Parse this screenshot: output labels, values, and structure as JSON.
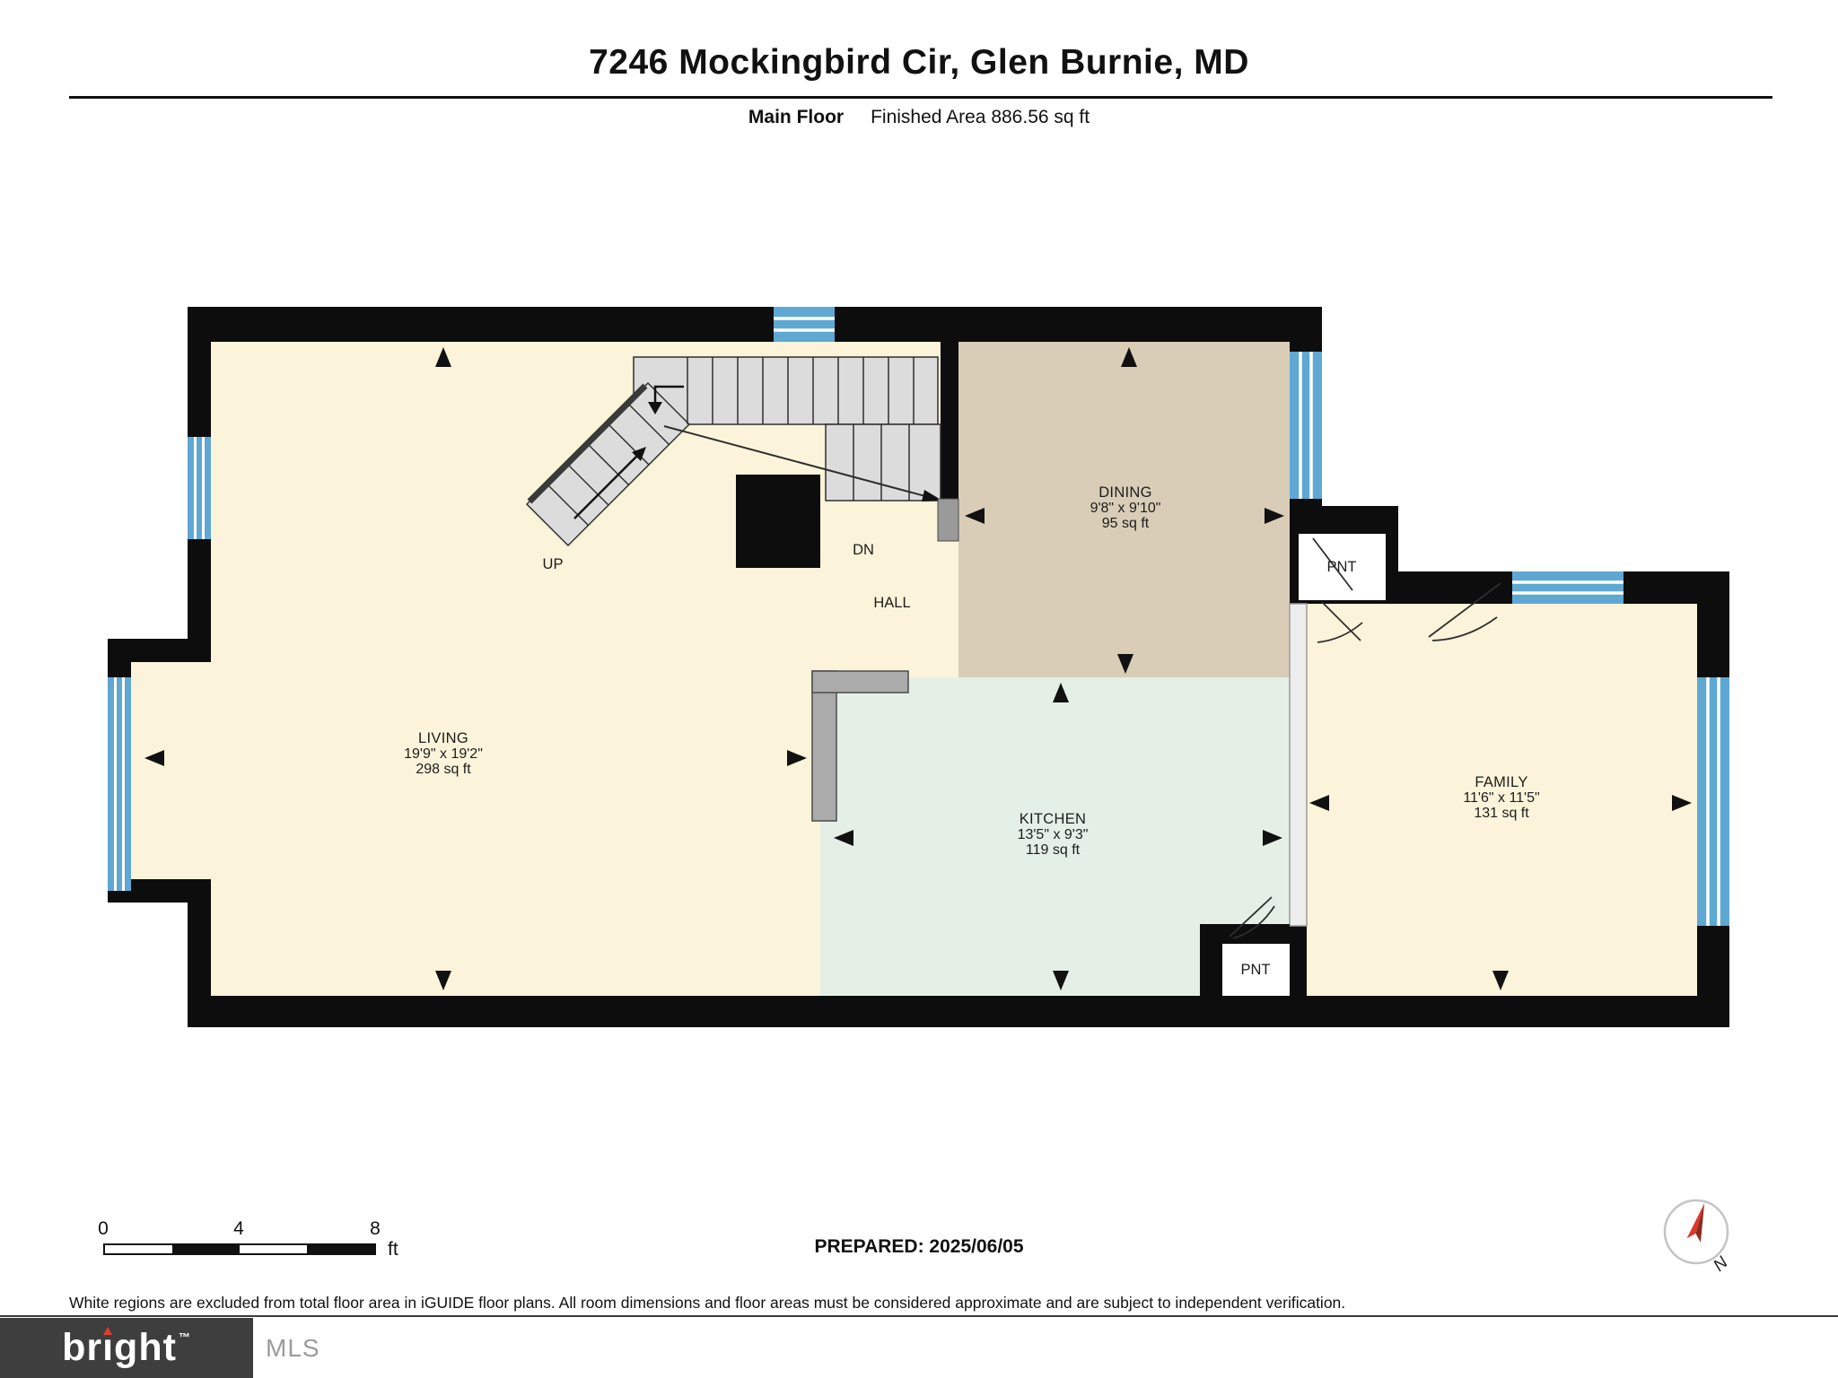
{
  "header": {
    "title": "7246 Mockingbird Cir, Glen Burnie, MD",
    "floor_label": "Main Floor",
    "area_label": "Finished Area 886.56 sq ft"
  },
  "rooms": {
    "living": {
      "name": "LIVING",
      "dims": "19'9\" x 19'2\"",
      "area": "298 sq ft"
    },
    "dining": {
      "name": "DINING",
      "dims": "9'8\" x 9'10\"",
      "area": "95 sq ft"
    },
    "kitchen": {
      "name": "KITCHEN",
      "dims": "13'5\" x 9'3\"",
      "area": "119 sq ft"
    },
    "family": {
      "name": "FAMILY",
      "dims": "11'6\" x 11'5\"",
      "area": "131 sq ft"
    },
    "hall": {
      "name": "HALL"
    },
    "pantry_top": {
      "name": "PNT"
    },
    "pantry_bottom": {
      "name": "PNT"
    },
    "stairs": {
      "up_label": "UP",
      "down_label": "DN"
    }
  },
  "scale_bar": {
    "tick_start": "0",
    "tick_mid": "4",
    "tick_end": "8",
    "unit": "ft"
  },
  "footer": {
    "prepared": "PREPARED: 2025/06/05",
    "compass_label": "N",
    "disclaimer": "White regions are excluded from total floor area in iGUIDE floor plans. All room dimensions and floor areas must be considered approximate and are subject to independent verification.",
    "logo": {
      "part1": "br",
      "dotless_i": "ı",
      "part2": "ght",
      "tm": "™",
      "mls": "MLS"
    }
  },
  "colors": {
    "wall": "#0d0d0d",
    "floor_cream": "#fcf4da",
    "floor_tan": "#d9cdb7",
    "floor_mint": "#e4efe6",
    "window_blue": "#5fa8d4",
    "stair_gray": "#dcdcdc",
    "logo_red": "#e23b2e",
    "logo_background": "#3e3e3e"
  }
}
